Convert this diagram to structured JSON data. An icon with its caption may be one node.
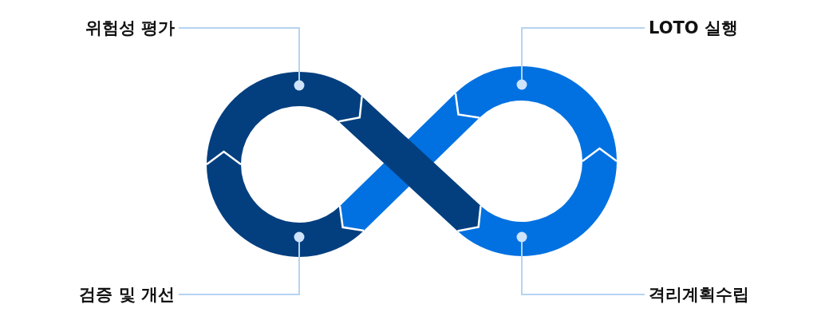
{
  "diagram": {
    "nodes": [
      {
        "text": [
          "위험성 평가"
        ]
      },
      {
        "text": [
          "LOTO 실행"
        ]
      },
      {
        "text": [
          "검증 및 개선"
        ]
      },
      {
        "text": [
          "격리계획수립"
        ]
      },
      {
        "text": [],
        "shape": "band"
      },
      {
        "text": [],
        "shape": "band"
      },
      {
        "text": [],
        "shape": "band"
      },
      {
        "text": [],
        "shape": "band"
      },
      {
        "text": [],
        "shape": "band"
      },
      {
        "text": [],
        "shape": "band"
      }
    ],
    "edges": [
      {
        "from": 0,
        "to": 4,
        "arrow": "other"
      },
      {
        "from": 1,
        "to": 8,
        "arrow": "other"
      },
      {
        "from": 2,
        "to": 5,
        "arrow": "other"
      },
      {
        "from": 3,
        "to": 9,
        "arrow": "other"
      }
    ]
  }
}
